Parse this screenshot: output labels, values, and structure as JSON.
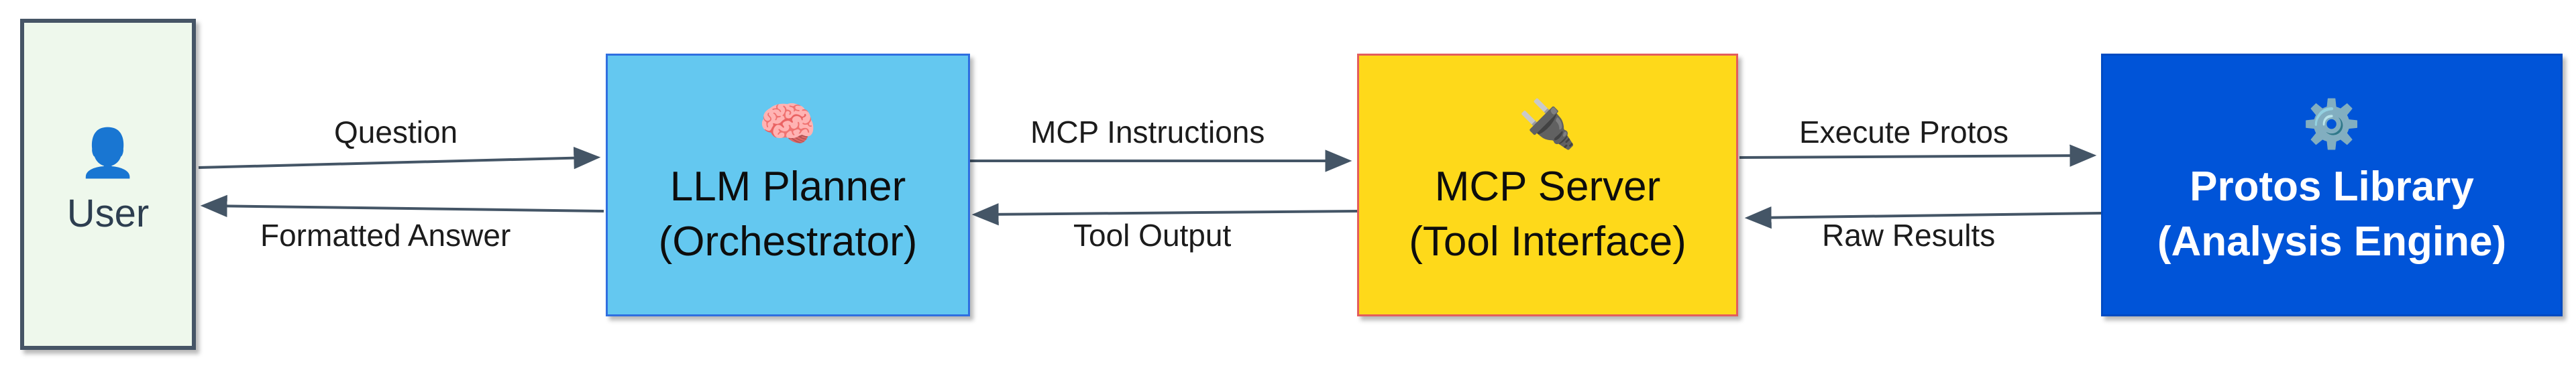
{
  "nodes": {
    "user": {
      "icon": "👤",
      "icon_name": "user-icon",
      "label": "User"
    },
    "planner": {
      "icon": "🧠",
      "icon_name": "brain-icon",
      "line1": "LLM Planner",
      "line2": "(Orchestrator)"
    },
    "mcp": {
      "icon": "🔌",
      "icon_name": "plug-icon",
      "line1": "MCP Server",
      "line2": "(Tool Interface)"
    },
    "protos": {
      "icon": "⚙️",
      "icon_name": "gear-icon",
      "line1": "Protos Library",
      "line2": "(Analysis Engine)"
    }
  },
  "edges": {
    "question": "Question",
    "formatted_answer": "Formatted Answer",
    "mcp_instructions": "MCP Instructions",
    "tool_output": "Tool Output",
    "execute_protos": "Execute Protos",
    "raw_results": "Raw Results"
  },
  "colors": {
    "user_fill": "#eef8ec",
    "planner_fill": "#64c8f0",
    "mcp_fill": "#fed91a",
    "protos_fill": "#0054d8",
    "edge_color": "#445566"
  }
}
